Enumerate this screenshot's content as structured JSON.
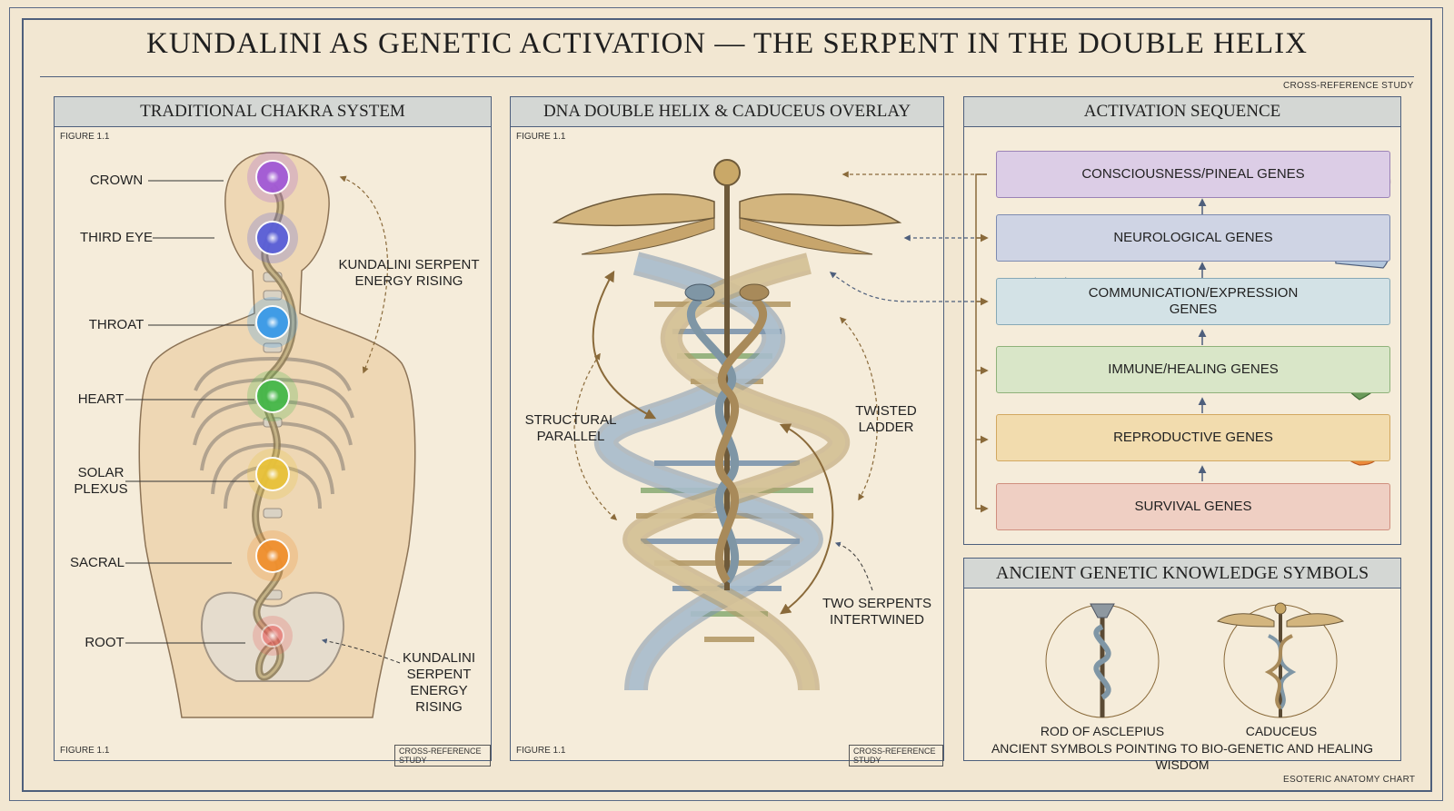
{
  "title": "KUNDALINI AS GENETIC ACTIVATION — THE SERPENT IN THE DOUBLE HELIX",
  "corner_top": "CROSS-REFERENCE STUDY",
  "corner_bottom": "ESOTERIC ANATOMY CHART",
  "panel_chakra": {
    "heading": "TRADITIONAL CHAKRA SYSTEM",
    "figure_top": "FIGURE 1.1",
    "figure_bottom": "FIGURE 1.1",
    "stamp": "CROSS-REFERENCE STUDY",
    "chakras": [
      "CROWN",
      "THIRD EYE",
      "THROAT",
      "HEART",
      "SOLAR\nPLEXUS",
      "SACRAL",
      "ROOT"
    ],
    "annotation_upper": "KUNDALINI SERPENT\nENERGY RISING",
    "annotation_lower": "KUNDALINI\nSERPENT\nENERGY\nRISING",
    "chakra_colors": [
      "#a25ad6",
      "#5a5fd8",
      "#3a9ae8",
      "#46b84a",
      "#e8c23a",
      "#f0902e",
      "#e85a5a"
    ]
  },
  "panel_dna": {
    "heading": "DNA DOUBLE HELIX & CADUCEUS OVERLAY",
    "figure_top": "FIGURE 1.1",
    "figure_bottom": "FIGURE 1.1",
    "stamp": "CROSS-REFERENCE STUDY",
    "label_left": "STRUCTURAL\nPARALLEL",
    "label_right": "TWISTED\nLADDER",
    "label_bottom": "TWO SERPENTS\nINTERTWINED"
  },
  "panel_sequence": {
    "heading": "ACTIVATION SEQUENCE",
    "genes": [
      {
        "label": "CONSCIOUSNESS/PINEAL GENES",
        "bg": "#dccde6",
        "border": "#9b83b6"
      },
      {
        "label": "NEUROLOGICAL GENES",
        "bg": "#cfd4e4",
        "border": "#7d8bb0"
      },
      {
        "label": "COMMUNICATION/EXPRESSION\nGENES",
        "bg": "#d3e2e6",
        "border": "#86a8b6"
      },
      {
        "label": "IMMUNE/HEALING GENES",
        "bg": "#d9e6c8",
        "border": "#8fb27a"
      },
      {
        "label": "REPRODUCTIVE GENES",
        "bg": "#f2dcae",
        "border": "#d2a860"
      },
      {
        "label": "SURVIVAL GENES",
        "bg": "#efcfc3",
        "border": "#d08f7e"
      }
    ]
  },
  "panel_symbols": {
    "heading": "ANCIENT GENETIC KNOWLEDGE SYMBOLS",
    "symbol_left": "ROD OF ASCLEPIUS",
    "symbol_right": "CADUCEUS",
    "caption": "ANCIENT SYMBOLS POINTING TO BIO-GENETIC AND HEALING WISDOM"
  }
}
